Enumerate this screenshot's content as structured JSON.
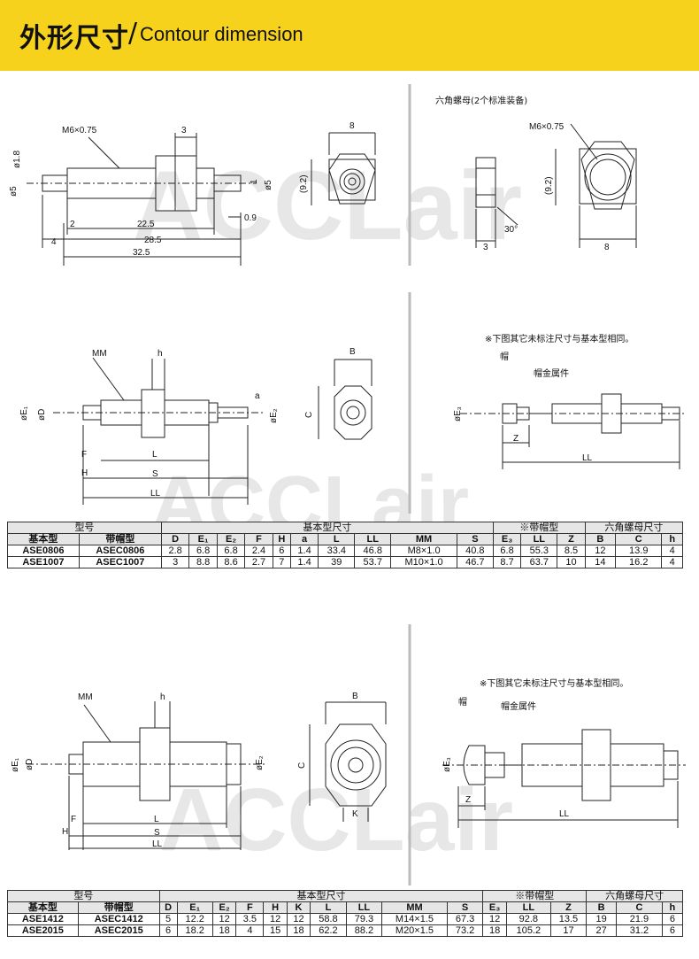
{
  "header": {
    "title_cn": "外形尺寸",
    "title_en": "Contour dimension"
  },
  "watermark": "ACCLair",
  "section1": {
    "hex_nut_title": "六角螺母(2个标准装备)",
    "labels": {
      "thread": "M6×0.75",
      "d18": "ø1.8",
      "d5_left": "ø5",
      "d5_right": "ø5",
      "one": "1",
      "three": "3",
      "two": "2",
      "l225": "22.5",
      "l09": "0.9",
      "four": "4",
      "l285": "28.5",
      "l325": "32.5",
      "eight_top": "8",
      "nine2_a": "(9.2)",
      "nine2_b": "(9.2)",
      "thread2": "M6×0.75",
      "thirty": "30°",
      "three_b": "3",
      "eight_b": "8"
    }
  },
  "section2": {
    "note": "※下图其它未标注尺寸与基本型相同。",
    "labels": {
      "mm": "MM",
      "h": "h",
      "a": "a",
      "e1": "øE₁",
      "d": "øD",
      "e2": "øE₂",
      "f": "F",
      "l": "L",
      "hh": "H",
      "s": "S",
      "ll": "LL",
      "b": "B",
      "c": "C",
      "cap": "帽",
      "cap_metal": "帽金属件",
      "e3": "øE₃",
      "z": "Z",
      "ll2": "LL"
    }
  },
  "table1": {
    "group_headers": [
      "型号",
      "基本型尺寸",
      "※带帽型",
      "六角螺母尺寸"
    ],
    "col_headers": [
      "基本型",
      "带帽型",
      "D",
      "E₁",
      "E₂",
      "F",
      "H",
      "a",
      "L",
      "LL",
      "MM",
      "S",
      "E₃",
      "LL",
      "Z",
      "B",
      "C",
      "h"
    ],
    "rows": [
      [
        "ASE0806",
        "ASEC0806",
        "2.8",
        "6.8",
        "6.8",
        "2.4",
        "6",
        "1.4",
        "33.4",
        "46.8",
        "M8×1.0",
        "40.8",
        "6.8",
        "55.3",
        "8.5",
        "12",
        "13.9",
        "4"
      ],
      [
        "ASE1007",
        "ASEC1007",
        "3",
        "8.8",
        "8.6",
        "2.7",
        "7",
        "1.4",
        "39",
        "53.7",
        "M10×1.0",
        "46.7",
        "8.7",
        "63.7",
        "10",
        "14",
        "16.2",
        "4"
      ]
    ]
  },
  "section3": {
    "note": "※下图其它未标注尺寸与基本型相同。",
    "labels": {
      "mm": "MM",
      "h": "h",
      "e1": "øE₁",
      "d": "øD",
      "e2": "øE₂",
      "f": "F",
      "l": "L",
      "hh": "H",
      "s": "S",
      "ll": "LL",
      "b": "B",
      "c": "C",
      "k": "K",
      "cap": "帽",
      "cap_metal": "帽金属件",
      "e3": "øE₃",
      "z": "Z",
      "ll2": "LL"
    }
  },
  "table2": {
    "group_headers": [
      "型号",
      "基本型尺寸",
      "※带帽型",
      "六角螺母尺寸"
    ],
    "col_headers": [
      "基本型",
      "带帽型",
      "D",
      "E₁",
      "E₂",
      "F",
      "H",
      "K",
      "L",
      "LL",
      "MM",
      "S",
      "E₃",
      "LL",
      "Z",
      "B",
      "C",
      "h"
    ],
    "rows": [
      [
        "ASE1412",
        "ASEC1412",
        "5",
        "12.2",
        "12",
        "3.5",
        "12",
        "12",
        "58.8",
        "79.3",
        "M14×1.5",
        "67.3",
        "12",
        "92.8",
        "13.5",
        "19",
        "21.9",
        "6"
      ],
      [
        "ASE2015",
        "ASEC2015",
        "6",
        "18.2",
        "18",
        "4",
        "15",
        "18",
        "62.2",
        "88.2",
        "M20×1.5",
        "73.2",
        "18",
        "105.2",
        "17",
        "27",
        "31.2",
        "6"
      ]
    ]
  }
}
